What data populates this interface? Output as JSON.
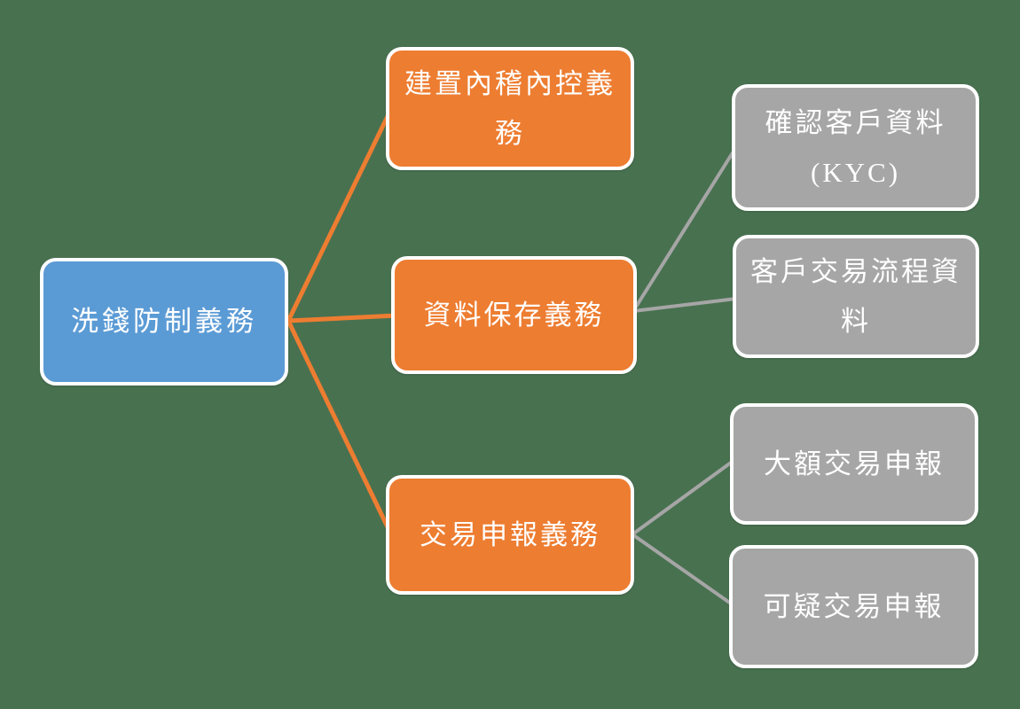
{
  "colors": {
    "background": "#487150",
    "root_fill": "#5B9BD5",
    "branch_fill": "#ED7D31",
    "leaf_fill": "#A6A6A6",
    "node_border": "#FFFFFF",
    "node_text": "#FFFFFF",
    "edge_primary": "#ED7D31",
    "edge_secondary": "#A6A6A6"
  },
  "nodes": {
    "root": {
      "label": "洗錢防制義務"
    },
    "branches": [
      {
        "label": "建置內稽內控義務"
      },
      {
        "label": "資料保存義務"
      },
      {
        "label": "交易申報義務"
      }
    ],
    "leaves": [
      {
        "label": "確認客戶資料",
        "sublabel": "(KYC)"
      },
      {
        "label": "客戶交易流程資料"
      },
      {
        "label": "大額交易申報"
      },
      {
        "label": "可疑交易申報"
      }
    ]
  },
  "edges": [
    {
      "from": "root",
      "to": "branch-0",
      "color_role": "primary"
    },
    {
      "from": "root",
      "to": "branch-1",
      "color_role": "primary"
    },
    {
      "from": "root",
      "to": "branch-2",
      "color_role": "primary"
    },
    {
      "from": "branch-1",
      "to": "leaf-0",
      "color_role": "secondary"
    },
    {
      "from": "branch-1",
      "to": "leaf-1",
      "color_role": "secondary"
    },
    {
      "from": "branch-2",
      "to": "leaf-2",
      "color_role": "secondary"
    },
    {
      "from": "branch-2",
      "to": "leaf-3",
      "color_role": "secondary"
    }
  ]
}
